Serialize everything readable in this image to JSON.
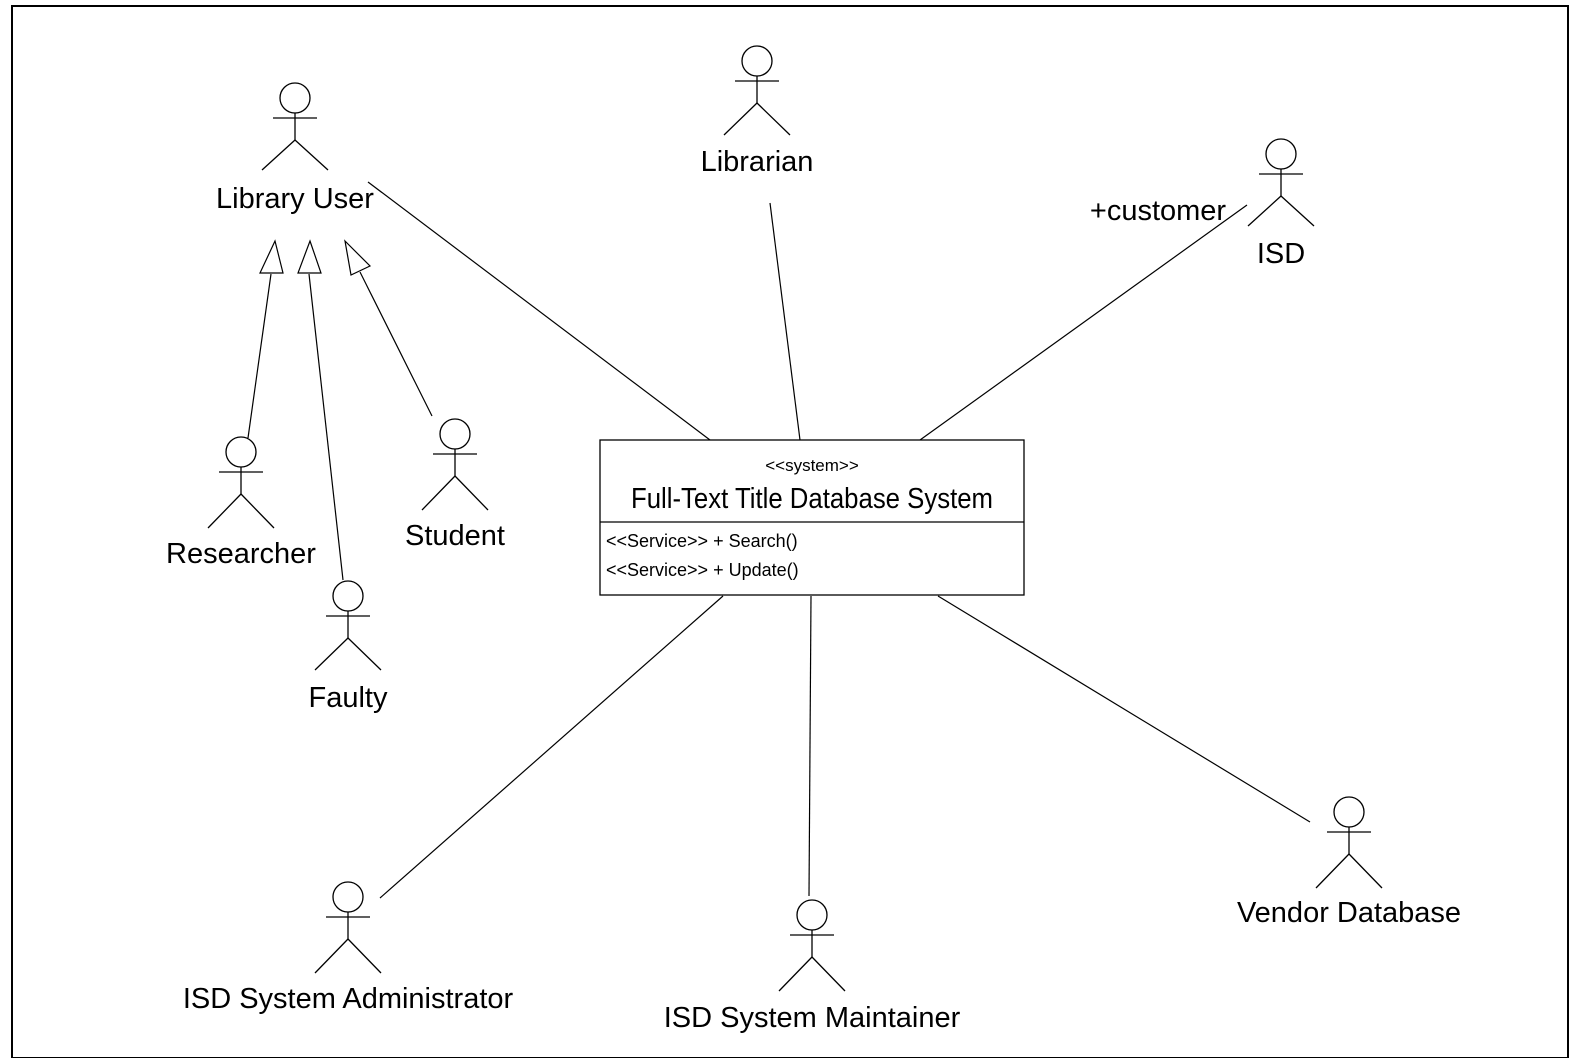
{
  "diagram": {
    "type": "uml-use-case-context",
    "system": {
      "stereotype": "<<system>>",
      "name": "Full-Text Title Database System",
      "operations": [
        "<<Service>> + Search()",
        "<<Service>> + Update()"
      ]
    },
    "actors": [
      {
        "id": "library-user",
        "name": "Library User"
      },
      {
        "id": "librarian",
        "name": "Librarian"
      },
      {
        "id": "isd",
        "name": "ISD"
      },
      {
        "id": "researcher",
        "name": "Researcher"
      },
      {
        "id": "faulty",
        "name": "Faulty"
      },
      {
        "id": "student",
        "name": "Student"
      },
      {
        "id": "isd-system-administrator",
        "name": "ISD System Administrator"
      },
      {
        "id": "isd-system-maintainer",
        "name": "ISD System Maintainer"
      },
      {
        "id": "vendor-database",
        "name": "Vendor Database"
      }
    ],
    "associations": [
      {
        "from": "library-user",
        "to": "system"
      },
      {
        "from": "librarian",
        "to": "system"
      },
      {
        "from": "isd",
        "to": "system",
        "role": "+customer"
      },
      {
        "from": "isd-system-administrator",
        "to": "system"
      },
      {
        "from": "isd-system-maintainer",
        "to": "system"
      },
      {
        "from": "vendor-database",
        "to": "system"
      }
    ],
    "generalizations": [
      {
        "child": "researcher",
        "parent": "library-user"
      },
      {
        "child": "faulty",
        "parent": "library-user"
      },
      {
        "child": "student",
        "parent": "library-user"
      }
    ]
  }
}
